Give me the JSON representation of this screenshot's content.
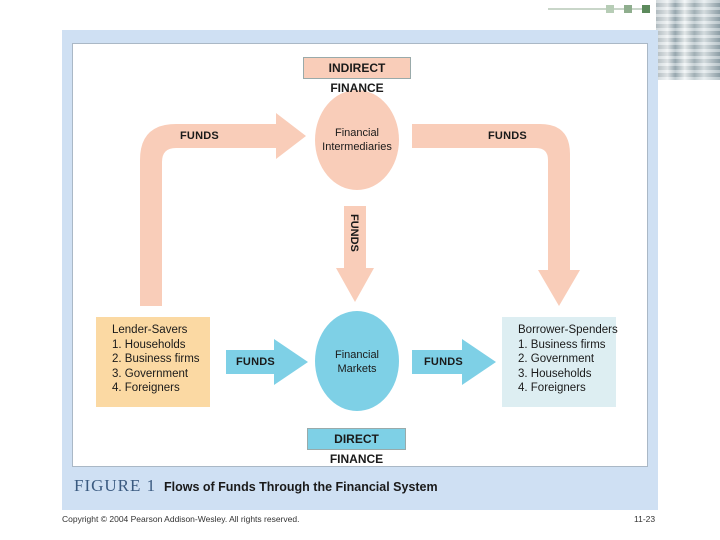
{
  "figure": {
    "label": "FIGURE 1",
    "title": "Flows of Funds Through the Financial System"
  },
  "diagram": {
    "top_label": "INDIRECT FINANCE",
    "bottom_label": "DIRECT FINANCE",
    "intermediaries": {
      "line1": "Financial",
      "line2": "Intermediaries"
    },
    "markets": {
      "line1": "Financial",
      "line2": "Markets"
    },
    "lenders": {
      "title": "Lender-Savers",
      "items": [
        "1. Households",
        "2. Business firms",
        "3. Government",
        "4. Foreigners"
      ]
    },
    "borrowers": {
      "title": "Borrower-Spenders",
      "items": [
        "1. Business firms",
        "2. Government",
        "3. Households",
        "4. Foreigners"
      ]
    },
    "funds_label": "FUNDS"
  },
  "footer": {
    "copyright": "Copyright © 2004 Pearson Addison-Wesley. All rights reserved.",
    "page": "11-23"
  },
  "colors": {
    "salmon": "#f9cdb9",
    "blue": "#7ed0e6",
    "yellow": "#fbd9a3",
    "light_blue": "#ddeef2",
    "frame": "#cfe0f3"
  }
}
